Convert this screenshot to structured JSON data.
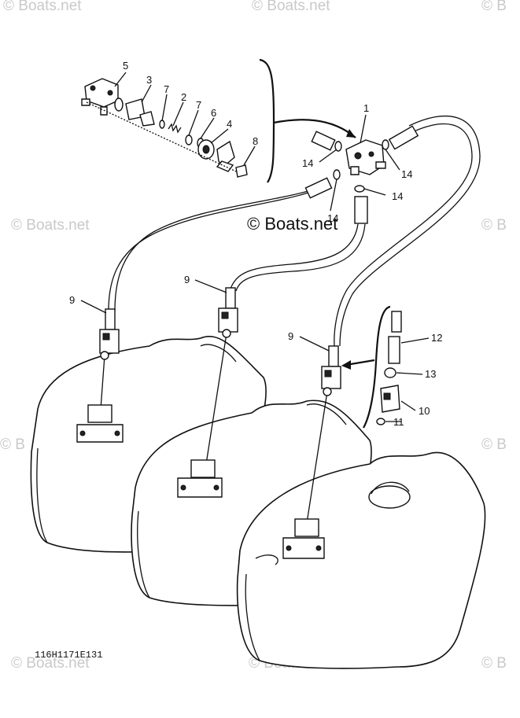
{
  "watermarks": {
    "main": "© Boats.net",
    "ghost": "© Boats.net",
    "edge_left": "© B",
    "edge_right": "© B"
  },
  "callouts": {
    "c1": "1",
    "c2": "2",
    "c3": "3",
    "c4": "4",
    "c5": "5",
    "c6": "6",
    "c7a": "7",
    "c7b": "7",
    "c8": "8",
    "c9a": "9",
    "c9b": "9",
    "c9c": "9",
    "c10": "10",
    "c11": "11",
    "c12": "12",
    "c13": "13",
    "c14a": "14",
    "c14b": "14",
    "c14c": "14",
    "c14d": "14"
  },
  "diagram_code": "116H1171E131"
}
